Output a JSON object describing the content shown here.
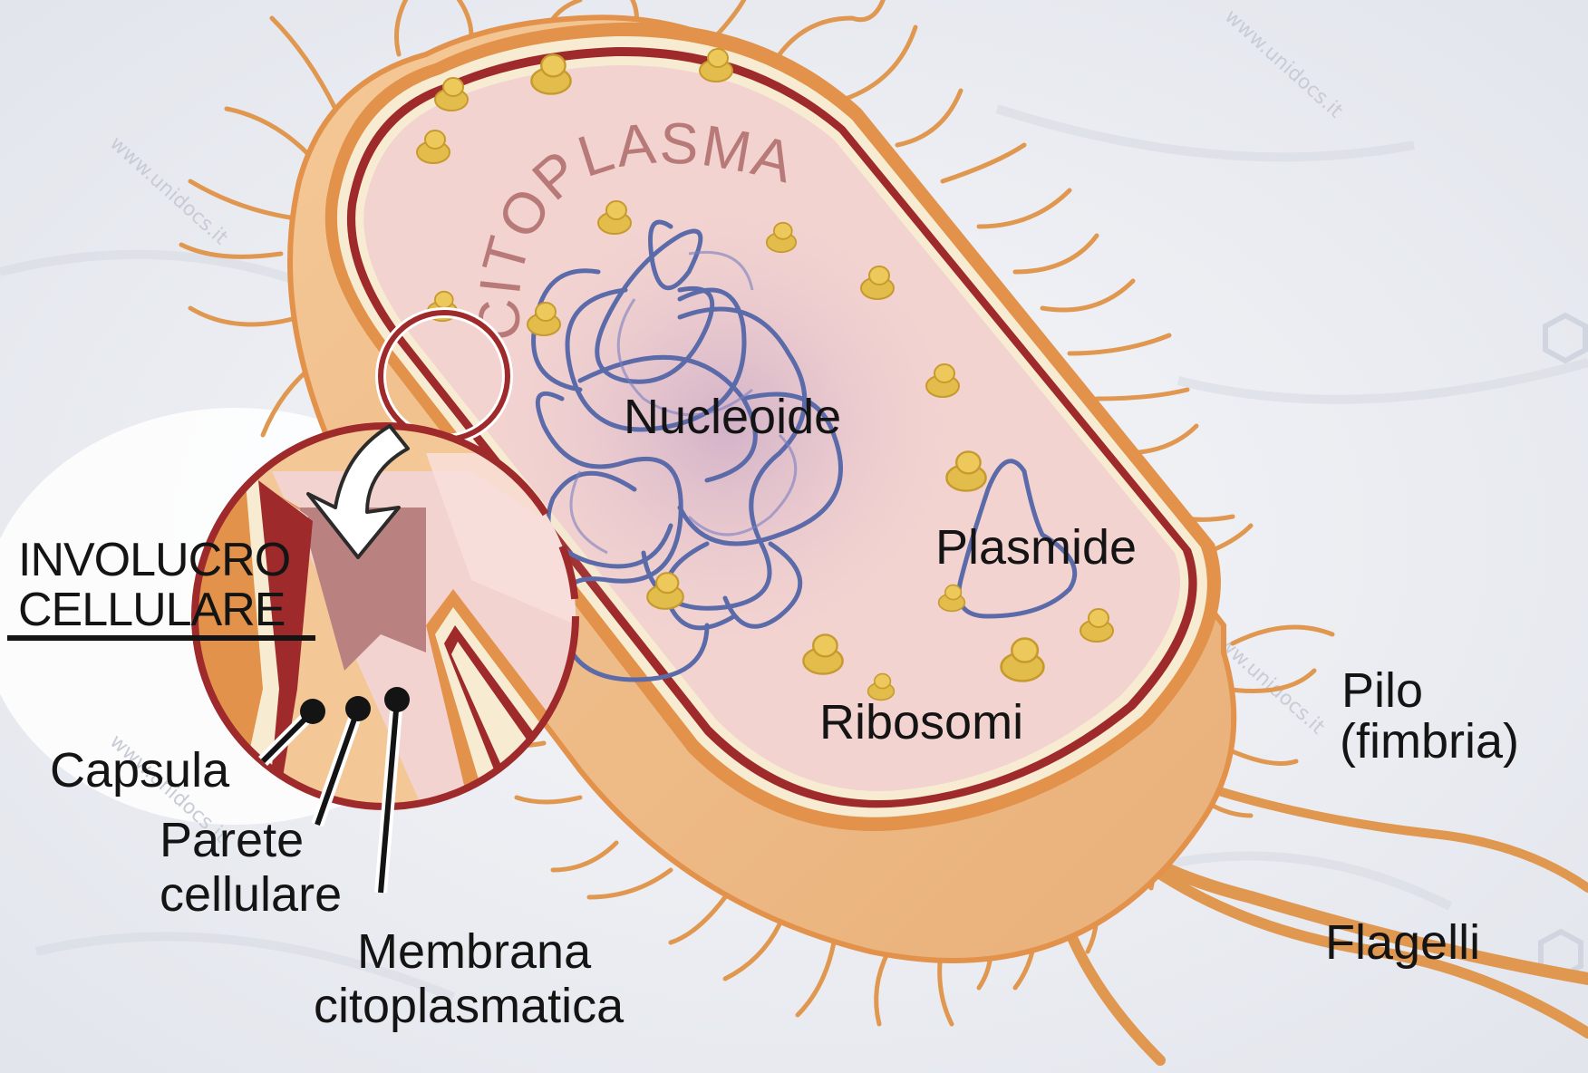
{
  "diagram": {
    "section_label": "CITOPLASMA",
    "labels": {
      "nucleoide": "Nucleoide",
      "plasmide": "Plasmide",
      "ribosomi": "Ribosomi",
      "pilo_line1": "Pilo",
      "pilo_line2": "(fimbria)",
      "flagelli": "Flagelli",
      "involucro_line1": "INVOLUCRO",
      "involucro_line2": "CELLULARE",
      "capsula": "Capsula",
      "parete_line1": "Parete",
      "parete_line2": "cellulare",
      "membrana_line1": "Membrana",
      "membrana_line2": "citoplasmatica"
    },
    "watermark": "www.unidocs.it",
    "colors": {
      "cytoplasm": "#f2d3d0",
      "outer_body": "#f0be8a",
      "capsule_orange": "#e2924a",
      "cell_wall_red": "#9e2a2b",
      "membrane_cream": "#f7ecd2",
      "dna_blue": "#5b6aa8",
      "ribosome_gold": "#e3bd4c",
      "pili_orange": "#e0974f",
      "background": "#ebedf2"
    }
  }
}
